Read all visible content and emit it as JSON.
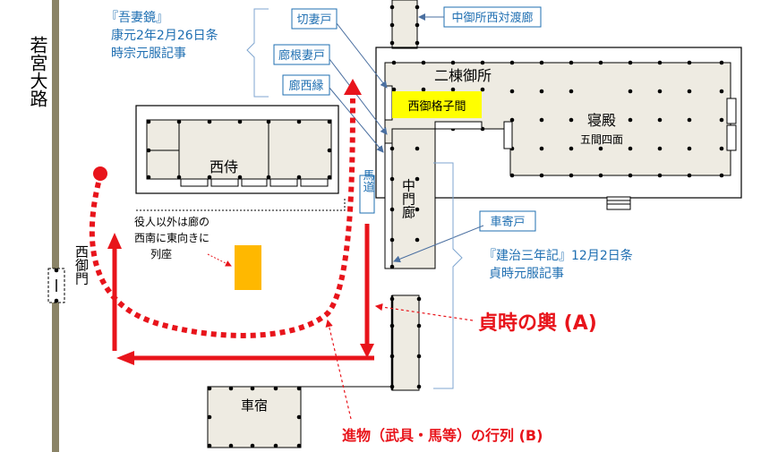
{
  "labels": {
    "wakamiya_oji": "若宮大路",
    "nishi_gomon": "西御門",
    "nishi_samurai": "西侍",
    "nitou_gosho": "二棟御所",
    "nishi_gokoshi_no_ma": "西御格子間",
    "shinden": "寝殿",
    "shinden_sub": "五間四面",
    "naka_mon_ro": "中門廊",
    "bamichi": "馬道",
    "kurumayado": "車宿",
    "yakunin_note": "役人以外は廊の西南に東向きに列座",
    "azumakagami_title": "『吾妻鏡』",
    "azumakagami_line2": "康元2年2月26日条",
    "azumakagami_line3": "時宗元服記事",
    "kenji_line1": "『建治三年記』12月2日条",
    "kenji_line2": "貞時元服記事",
    "sadatoki_koshi": "貞時の輿 (A)",
    "shinmotsu_gyoretsu": "進物（武具・馬等）の行列 (B)"
  },
  "callouts": {
    "kirizuma": "切妻戸",
    "rou_nezumado": "廊根妻戸",
    "rou_nishien": "廊西縁",
    "nakagosho": "中御所西対渡廊",
    "kuruma_yose": "車寄戸"
  },
  "colors": {
    "route_red": "#e8141b",
    "label_blue": "#1f6fb2",
    "building_fill": "#eeebe2",
    "highlight_yellow": "#ffff00",
    "seat_orange": "#ffb800",
    "road_gray": "#8a8366"
  }
}
